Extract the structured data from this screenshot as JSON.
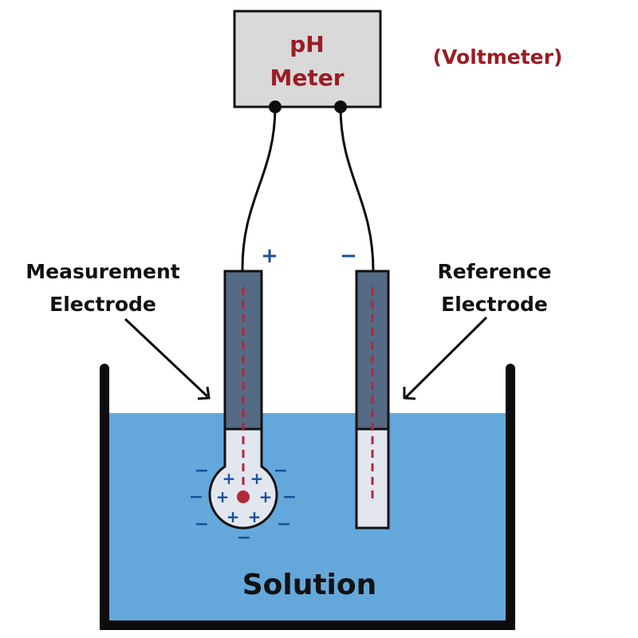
{
  "title": "pH Meter Electrode Setup",
  "meter": {
    "label_line1": "pH",
    "label_line2": "Meter",
    "note": "(Voltmeter)"
  },
  "labels": {
    "measurement_line1": "Measurement",
    "measurement_line2": "Electrode",
    "reference_line1": "Reference",
    "reference_line2": "Electrode",
    "solution": "Solution"
  },
  "terminals": {
    "positive": "+",
    "negative": "−"
  },
  "bulb_charges": {
    "inner": [
      "+",
      "+",
      "+",
      "+",
      "+",
      "+"
    ],
    "outer": [
      "−",
      "−",
      "−",
      "−",
      "−",
      "−",
      "−"
    ]
  },
  "colors": {
    "meter_fill": "#d9d9d9",
    "meter_text": "#9b1c24",
    "solution": "#64a8db",
    "electrode_top": "#556a85",
    "electrode_bottom": "#e2e6ef",
    "inner_wire": "#b0283a",
    "charge_blue": "#1a4fa0",
    "outline": "#111111"
  }
}
